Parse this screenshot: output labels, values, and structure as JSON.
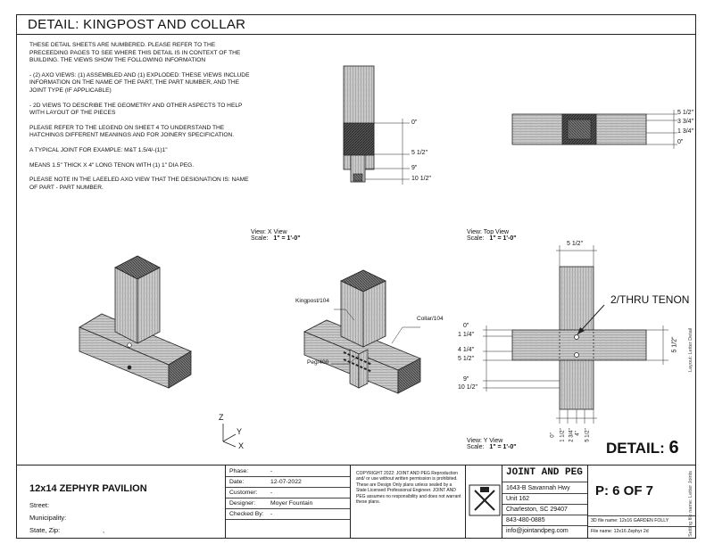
{
  "title": "DETAIL:  KINGPOST AND COLLAR",
  "notes": [
    "THESE DETAIL SHEETS ARE NUMBERED.  PLEASE REFER TO THE PRECEEDING PAGES TO SEE WHERE THIS DETAIL IS IN CONTEXT OF THE BUILDING. THE VIEWS SHOW THE FOLLOWING INFORMATION",
    "-  (2) AXO VIEWS: (1) ASSEMBLED AND (1) EXPLODED:  THESE VIEWS INCLUDE INFORMATION ON THE NAME OF THE PART, THE PART NUMBER, AND THE JOINT TYPE (IF APPLICABLE)",
    "-  2D VIEWS TO DESCRIBE THE GEOMETRY AND OTHER ASPECTS TO HELP WITH LAYOUT OF THE PIECES",
    "PLEASE REFER TO THE LEGEND ON SHEET 4 TO UNDERSTAND THE HATCHINGS DIFFERENT MEANINGS AND FOR JOINERY SPECIFICATION.",
    "A TYPICAL JOINT FOR EXAMPLE: M&T 1.5/4/-(1)1\"",
    "MEANS 1.5\" THICK X 4\" LONG TENON WITH (1) 1\" DIA PEG.",
    "PLEASE NOTE IN THE LAEELED AXO VIEW THAT THE DESIGNATION IS: NAME OF PART - PART NUMBER."
  ],
  "views": {
    "x_view": "View:   X View",
    "top_view": "View:   Top View",
    "y_view": "View:   Y View",
    "scale_prefix": "Scale:",
    "scale": "1\" = 1'-0\""
  },
  "dims": {
    "xview": [
      "0\"",
      "5 1/2\"",
      "9\"",
      "10 1/2\""
    ],
    "topview": [
      "5 1/2\"",
      "3 3/4\"",
      "1 3/4\"",
      "0\""
    ],
    "yview_left": [
      "0\"",
      "1 1/4\"",
      "4 1/4\"",
      "5 1/2\"",
      "9\"",
      "10 1/2\""
    ],
    "yview_bottom": [
      "0\"",
      "1 1/2\"",
      "2 3/4\"",
      "4\"",
      "5 1/2\""
    ],
    "yview_top": "5 1/2\"",
    "yview_right": "5 1/2\""
  },
  "callouts": {
    "tenon": "2/THRU TENON",
    "kingpost": "Kingpost/104",
    "collar": "Collar/104",
    "peg": "Peg/400"
  },
  "axis": {
    "z": "Z",
    "y": "Y",
    "x": "X"
  },
  "detail_label": "DETAIL:",
  "detail_number": "6",
  "titleblock": {
    "project": "12x14 ZEPHYR PAVILION",
    "street": "Street:",
    "municipality": "Municipality:",
    "state": "State, Zip:",
    "state_value": ",",
    "phase_label": "Phase:",
    "phase": "-",
    "date_label": "Date:",
    "date": "12-07-2022",
    "customer_label": "Customer:",
    "customer": "-",
    "designer_label": "Designer:",
    "designer": "Moyer Fountain",
    "checked_label": "Checked By:",
    "checked": "-",
    "copyright": "COPYRIGHT 2022: JOINT AND PEG Reproduction and/ or use without written permission is prohibited.  These are Design Only plans unless sealed by a State Licensed Professional Engineer.  JOINT AND PEG assumes no responsibility and does not warrant these plans.",
    "company": "JOINT AND PEG",
    "address1": "1643-B Savannah Hwy",
    "address2": "Unit 162",
    "address3": "Charleston, SC 29407",
    "phone": "843-480-0885",
    "email": "info@jointandpeg.com",
    "page": "P:   6 OF 7",
    "file3d": "3D file name:  12x16 GARDEN FOLLY",
    "file2d": "File  name:     12x16 Zephyr 2d"
  },
  "side_labels": [
    "Layout:   Letter Detail",
    "Setting file name:   Letter Joints"
  ]
}
